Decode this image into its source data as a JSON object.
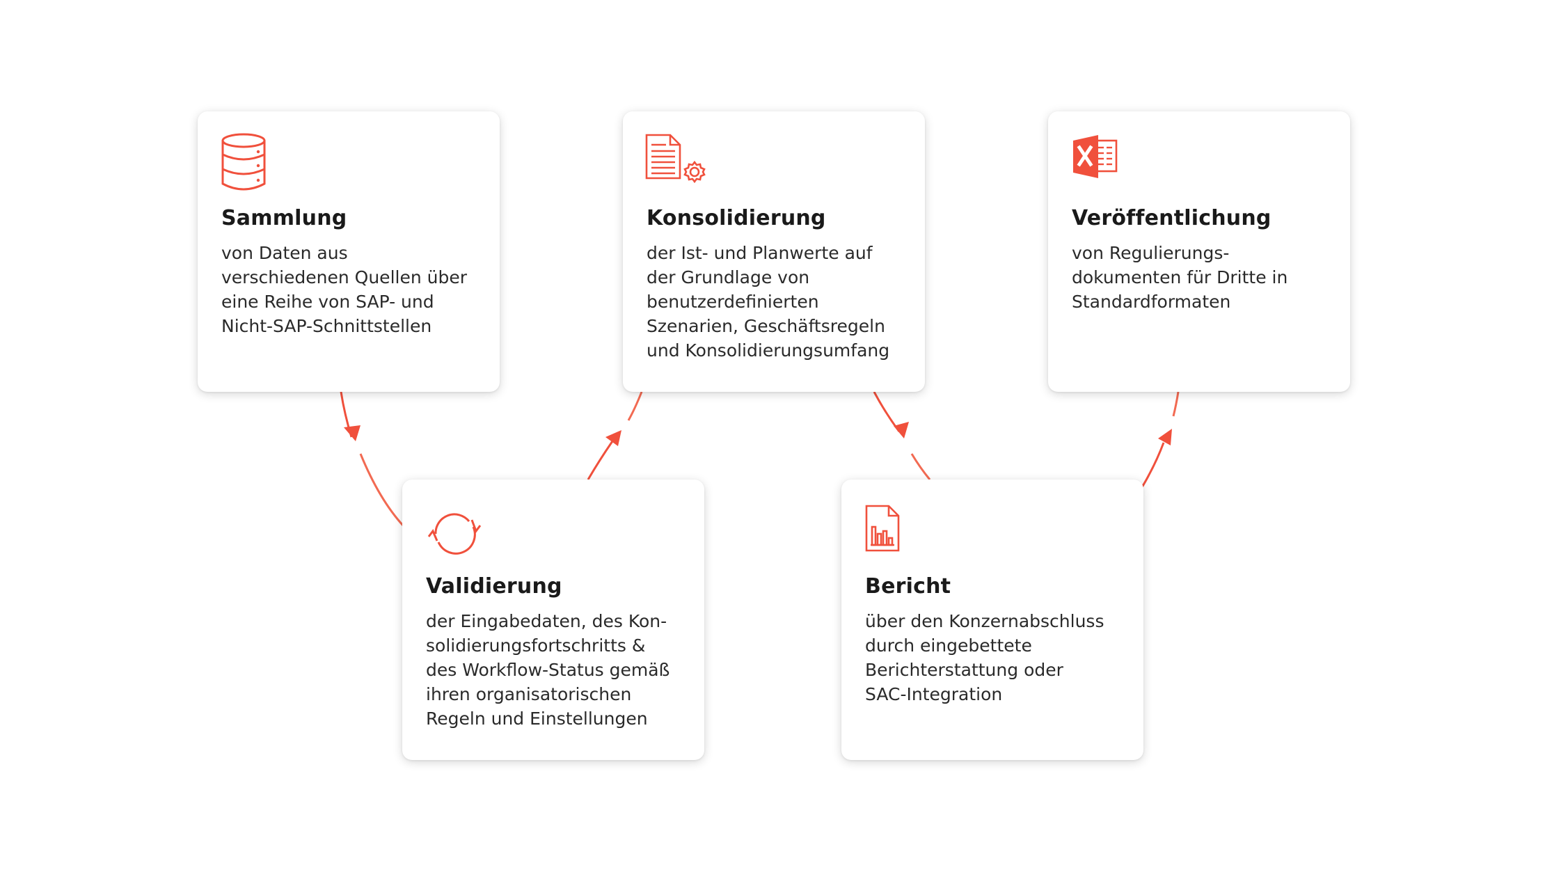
{
  "colors": {
    "accent": "#f0503c",
    "connector": "#f26a52",
    "card_background": "#ffffff",
    "title": "#1a1a1a",
    "text": "#2a2a2a"
  },
  "steps": [
    {
      "icon": "database-icon",
      "title": "Sammlung",
      "text": "von Daten aus\nverschiedenen Quellen über\neine Reihe von SAP- und\nNicht-SAP-Schnittstellen"
    },
    {
      "icon": "validation-refresh-icon",
      "title": "Validierung",
      "text": "der Eingabedaten, des Kon-\nsolidierungsfortschritts &\ndes Workflow-Status gemäß\nihren organisatorischen\nRegeln und Einstellungen"
    },
    {
      "icon": "document-settings-icon",
      "title": "Konsolidierung",
      "text": "der Ist- und Planwerte auf\nder Grundlage von\nbenutzerdefinierten\nSzenarien, Geschäftsregeln\nund Konsolidierungsumfang"
    },
    {
      "icon": "report-chart-icon",
      "title": "Bericht",
      "text": "über den Konzernabschluss\ndurch eingebettete\nBerichterstattung oder\nSAC-Integration"
    },
    {
      "icon": "excel-icon",
      "title": "Veröffentlichung",
      "text": "von Regulierungs-\ndokumenten für Dritte in\nStandardformaten"
    }
  ]
}
